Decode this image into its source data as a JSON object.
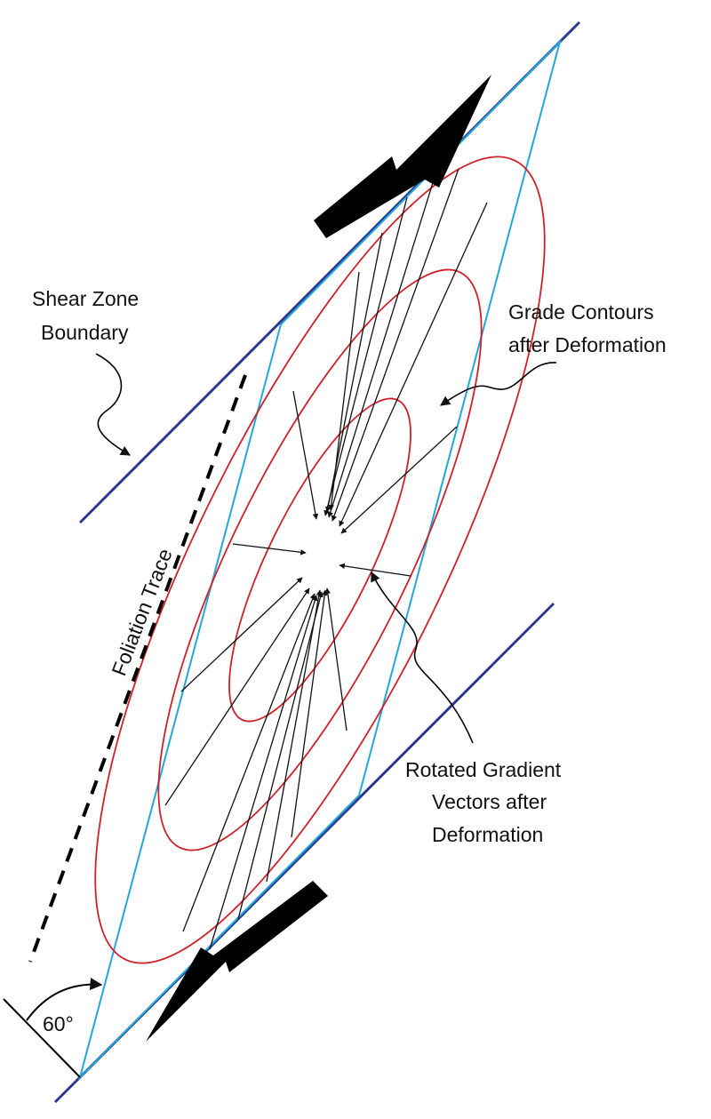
{
  "labels": {
    "shear_zone_boundary": [
      "Shear Zone",
      "Boundary"
    ],
    "grade_contours": [
      "Grade Contours",
      "after Deformation"
    ],
    "foliation_trace": "Foliation Trace",
    "rotated_gradient": [
      "Rotated Gradient",
      "Vectors after",
      "Deformation"
    ],
    "angle": "60°"
  },
  "colors": {
    "boundary": "#2b3a94",
    "parallelogram": "#22a7d9",
    "contour": "#d0202a",
    "vector": "#111111",
    "arrow_fill": "#000000",
    "background": "#ffffff"
  }
}
